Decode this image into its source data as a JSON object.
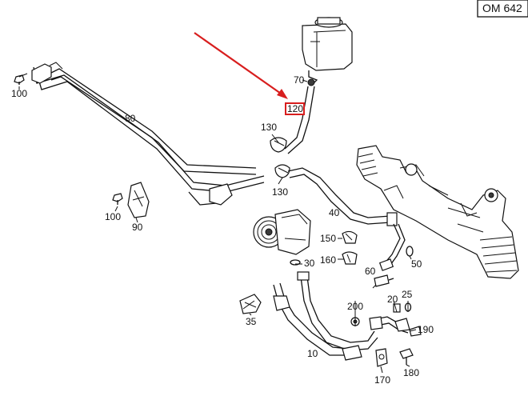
{
  "engine_code": "OM 642",
  "highlight_color": "#d81e1e",
  "highlighted_callout": "120",
  "callouts": {
    "c10": "10",
    "c20": "20",
    "c25": "25",
    "c30": "30",
    "c35": "35",
    "c40": "40",
    "c50": "50",
    "c60": "60",
    "c70": "70",
    "c80": "80",
    "c90": "90",
    "c100a": "100",
    "c100b": "100",
    "c120": "120",
    "c130a": "130",
    "c130b": "130",
    "c150": "150",
    "c160": "160",
    "c170": "170",
    "c180": "180",
    "c190": "190",
    "c200": "200"
  }
}
